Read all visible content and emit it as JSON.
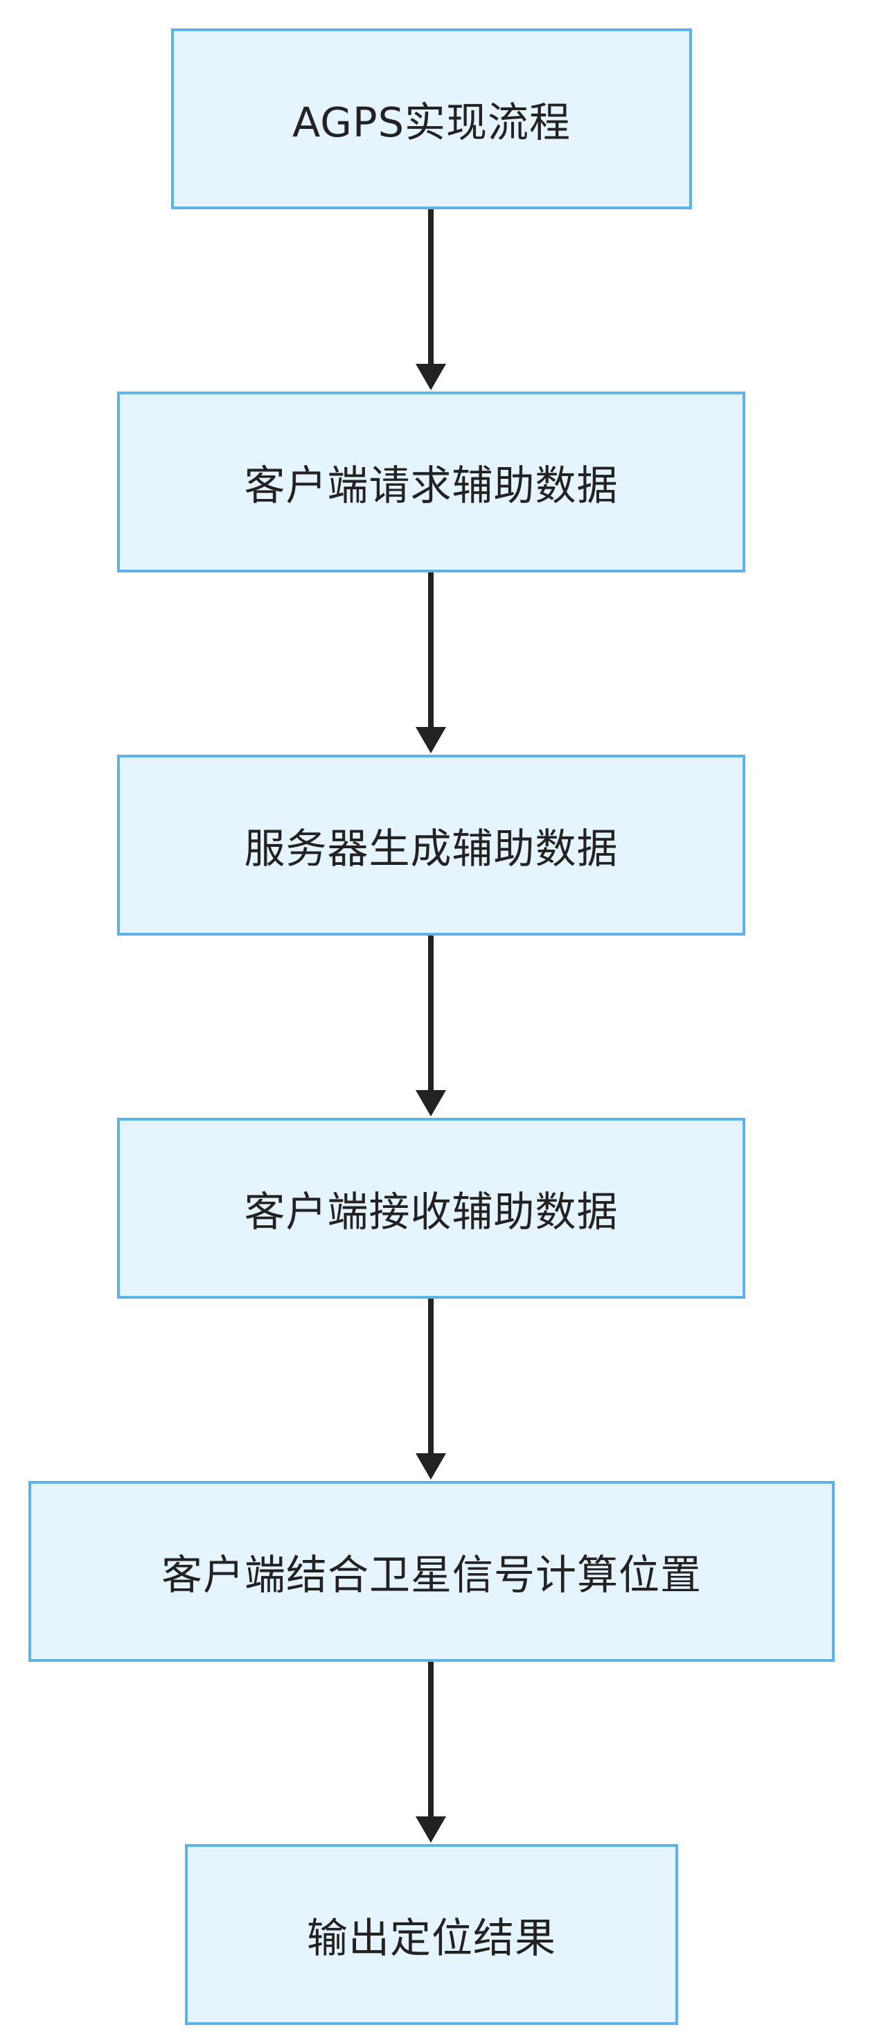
{
  "flowchart": {
    "nodes": [
      {
        "id": "n1",
        "label": "AGPS实现流程"
      },
      {
        "id": "n2",
        "label": "客户端请求辅助数据"
      },
      {
        "id": "n3",
        "label": "服务器生成辅助数据"
      },
      {
        "id": "n4",
        "label": "客户端接收辅助数据"
      },
      {
        "id": "n5",
        "label": "客户端结合卫星信号计算位置"
      },
      {
        "id": "n6",
        "label": "输出定位结果"
      }
    ],
    "edges": [
      {
        "from": "n1",
        "to": "n2"
      },
      {
        "from": "n2",
        "to": "n3"
      },
      {
        "from": "n3",
        "to": "n4"
      },
      {
        "from": "n4",
        "to": "n5"
      },
      {
        "from": "n5",
        "to": "n6"
      }
    ],
    "colors": {
      "node_fill": "#e6f4fd",
      "node_border": "#5bb3ea",
      "arrow": "#222222",
      "text": "#222222"
    }
  }
}
